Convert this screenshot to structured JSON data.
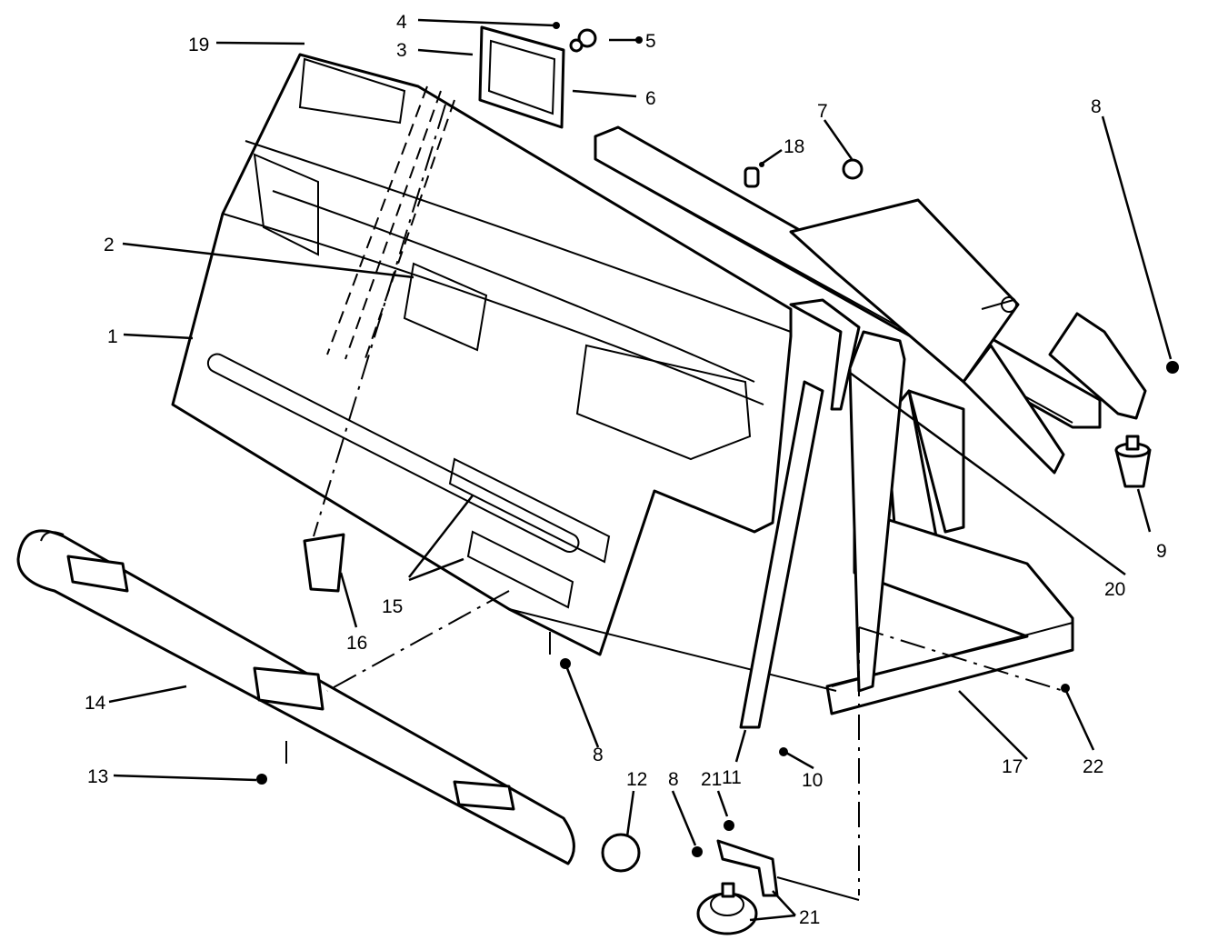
{
  "diagram": {
    "callouts": [
      {
        "id": "c1",
        "text": "1"
      },
      {
        "id": "c2",
        "text": "2"
      },
      {
        "id": "c3",
        "text": "3"
      },
      {
        "id": "c4",
        "text": "4"
      },
      {
        "id": "c5",
        "text": "5"
      },
      {
        "id": "c6",
        "text": "6"
      },
      {
        "id": "c7",
        "text": "7"
      },
      {
        "id": "c8a",
        "text": "8"
      },
      {
        "id": "c8b",
        "text": "8"
      },
      {
        "id": "c8c",
        "text": "8"
      },
      {
        "id": "c9",
        "text": "9"
      },
      {
        "id": "c10",
        "text": "10"
      },
      {
        "id": "c11",
        "text": "11"
      },
      {
        "id": "c12",
        "text": "12"
      },
      {
        "id": "c13",
        "text": "13"
      },
      {
        "id": "c14",
        "text": "14"
      },
      {
        "id": "c15",
        "text": "15"
      },
      {
        "id": "c16",
        "text": "16"
      },
      {
        "id": "c17",
        "text": "17"
      },
      {
        "id": "c18",
        "text": "18"
      },
      {
        "id": "c19",
        "text": "19"
      },
      {
        "id": "c20",
        "text": "20"
      },
      {
        "id": "c21a",
        "text": "21"
      },
      {
        "id": "c21b",
        "text": "21"
      },
      {
        "id": "c22",
        "text": "22"
      }
    ]
  }
}
